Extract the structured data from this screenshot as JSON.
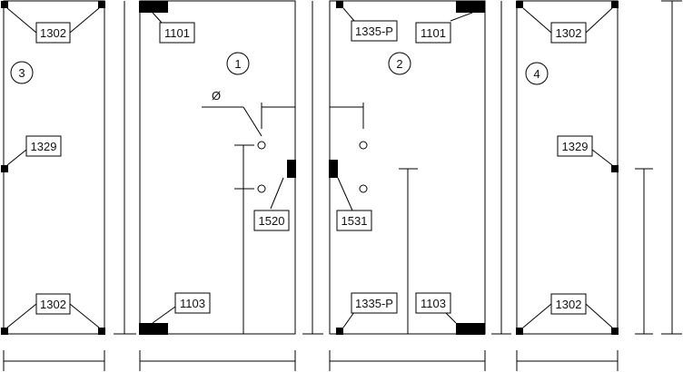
{
  "panels": [
    {
      "id": "panel-3",
      "number": "3"
    },
    {
      "id": "panel-1",
      "number": "1"
    },
    {
      "id": "panel-2",
      "number": "2"
    },
    {
      "id": "panel-4",
      "number": "4"
    }
  ],
  "labels": {
    "p3_top": "1302",
    "p3_mid": "1329",
    "p3_bottom": "1302",
    "p1_top": "1101",
    "p1_bottom": "1103",
    "p1_lock": "1520",
    "p2_top_left": "1335-P",
    "p2_top_right": "1101",
    "p2_lock": "1531",
    "p2_bottom_left": "1335-P",
    "p2_bottom_right": "1103",
    "p4_top": "1302",
    "p4_mid": "1329",
    "p4_bottom": "1302"
  },
  "symbols": {
    "diameter": "Ø"
  }
}
